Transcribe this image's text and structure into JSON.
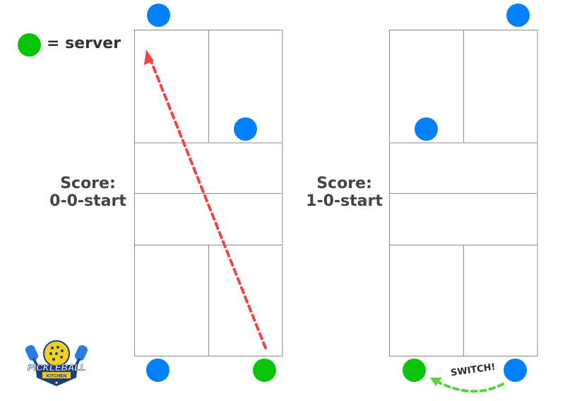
{
  "legend": {
    "dot_color": "#0ac40a",
    "label": "= server"
  },
  "colors": {
    "player_blue": "#0080ff",
    "server_green": "#0ac40a",
    "serve_arrow_red": "#f04545",
    "switch_arrow_green": "#5ad23c",
    "court_line": "#8a8a96",
    "text_dark": "#444444"
  },
  "diagrams": [
    {
      "score_title": "Score:",
      "score_value": "0-0-start",
      "arrow": "serve from bottom-right to top-left (diagonal)"
    },
    {
      "score_title": "Score:",
      "score_value": "1-0-start",
      "switch_label": "SWITCH!"
    }
  ],
  "logo": {
    "title": "PICKLEBALL",
    "subtitle": "KITCHEN"
  }
}
